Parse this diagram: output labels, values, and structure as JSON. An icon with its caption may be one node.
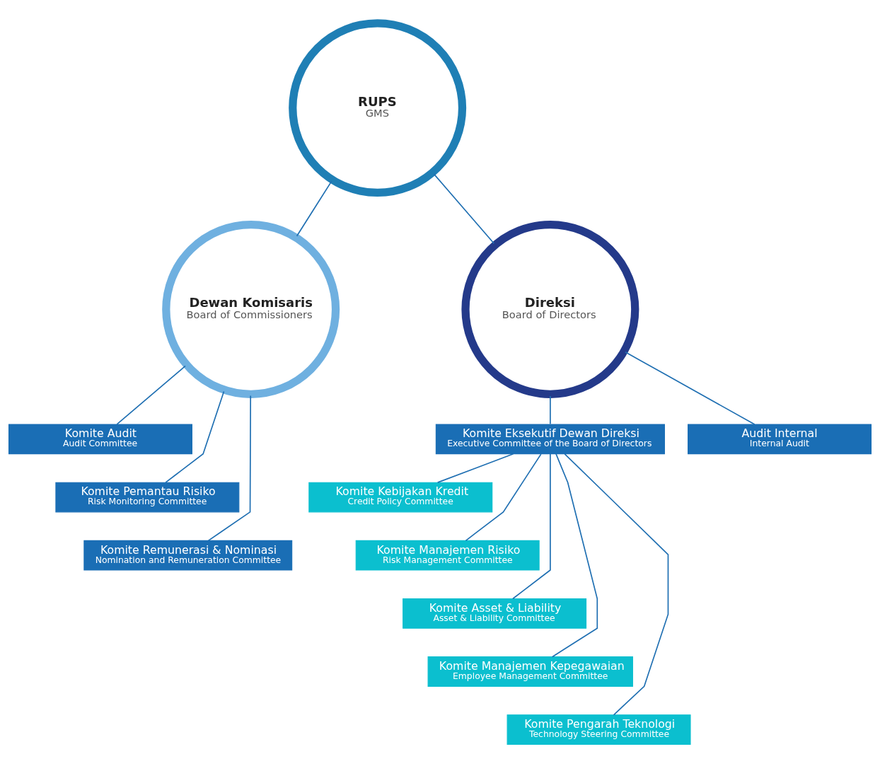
{
  "diagram": {
    "nodes": [
      {
        "text": [
          "RUPS",
          "GMS"
        ]
      },
      {
        "text": [
          "Dewan Komisaris",
          "Board of Commissioners"
        ]
      },
      {
        "text": [
          "Direksi",
          "Board of Directors"
        ]
      },
      {
        "text": [
          "Komite Audit",
          "Audit Committee"
        ]
      },
      {
        "text": [
          "Komite Pemantau Risiko",
          "Risk Monitoring Committee"
        ]
      },
      {
        "text": [
          "Komite Remunerasi & Nominasi",
          "Nomination and Remuneration Committee"
        ]
      },
      {
        "text": [
          "Komite Eksekutif Dewan Direksi",
          "Executive Committee of the Board of Directors"
        ]
      },
      {
        "text": [
          "Audit Internal",
          "Internal Audit"
        ]
      },
      {
        "text": [
          "Komite Kebijakan Kredit",
          "Credit Policy Committee"
        ]
      },
      {
        "text": [
          "Komite Manajemen Risiko",
          "Risk Management Committee"
        ]
      },
      {
        "text": [
          "Komite Asset & Liability",
          "Asset & Liability Committee"
        ]
      },
      {
        "text": [
          "Komite Manajemen Kepegawaian",
          "Employee Management Committee"
        ]
      },
      {
        "text": [
          "Komite Pengarah Teknologi",
          "Technology Steering Committee"
        ]
      }
    ],
    "edges": [
      {
        "from": 0,
        "to": 1,
        "arrow": "none"
      },
      {
        "from": 0,
        "to": 2,
        "arrow": "none"
      },
      {
        "from": 1,
        "to": 3,
        "arrow": "none"
      },
      {
        "from": 1,
        "to": 4,
        "arrow": "none"
      },
      {
        "from": 1,
        "to": 5,
        "arrow": "none"
      },
      {
        "from": 2,
        "to": 6,
        "arrow": "none"
      },
      {
        "from": 2,
        "to": 7,
        "arrow": "none"
      },
      {
        "from": 6,
        "to": 8,
        "arrow": "none"
      },
      {
        "from": 6,
        "to": 9,
        "arrow": "none"
      },
      {
        "from": 6,
        "to": 10,
        "arrow": "none"
      },
      {
        "from": 6,
        "to": 11,
        "arrow": "none"
      },
      {
        "from": 6,
        "to": 12,
        "arrow": "none"
      }
    ]
  }
}
